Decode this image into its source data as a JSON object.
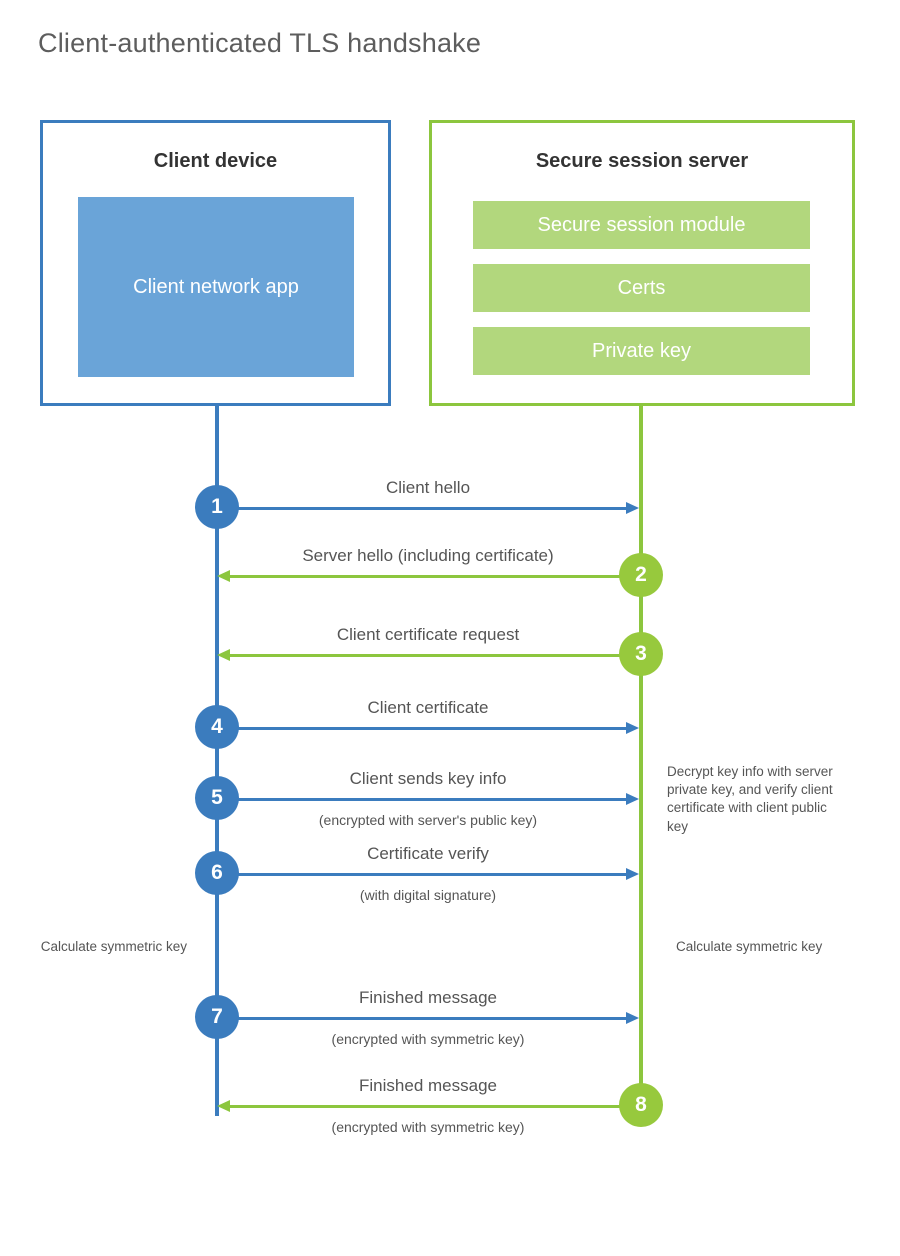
{
  "title": "Client-authenticated TLS handshake",
  "colors": {
    "blue": "#3b7cbe",
    "blue_fill": "#6aa4d8",
    "green": "#8cc63e",
    "green_badge": "#97c93d",
    "green_fill": "#b2d77d",
    "title_text": "#5d5d5d",
    "body_text": "#555555"
  },
  "client": {
    "title": "Client device",
    "app_label": "Client network app"
  },
  "server": {
    "title": "Secure session server",
    "components": [
      "Secure session module",
      "Certs",
      "Private key"
    ]
  },
  "messages": [
    {
      "step": "1",
      "label": "Client hello",
      "sublabel": "",
      "direction": "client-to-server"
    },
    {
      "step": "2",
      "label": "Server hello (including certificate)",
      "sublabel": "",
      "direction": "server-to-client"
    },
    {
      "step": "3",
      "label": "Client certificate request",
      "sublabel": "",
      "direction": "server-to-client"
    },
    {
      "step": "4",
      "label": "Client certificate",
      "sublabel": "",
      "direction": "client-to-server"
    },
    {
      "step": "5",
      "label": "Client sends key info",
      "sublabel": "(encrypted with server's public key)",
      "direction": "client-to-server"
    },
    {
      "step": "6",
      "label": "Certificate verify",
      "sublabel": "(with digital signature)",
      "direction": "client-to-server"
    },
    {
      "step": "7",
      "label": "Finished message",
      "sublabel": "(encrypted with symmetric key)",
      "direction": "client-to-server"
    },
    {
      "step": "8",
      "label": "Finished message",
      "sublabel": "(encrypted with symmetric key)",
      "direction": "server-to-client"
    }
  ],
  "annotations": {
    "server_decrypt": "Decrypt key info with server private key, and verify client certificate with client public key",
    "client_calculate": "Calculate symmetric key",
    "server_calculate": "Calculate symmetric key"
  }
}
